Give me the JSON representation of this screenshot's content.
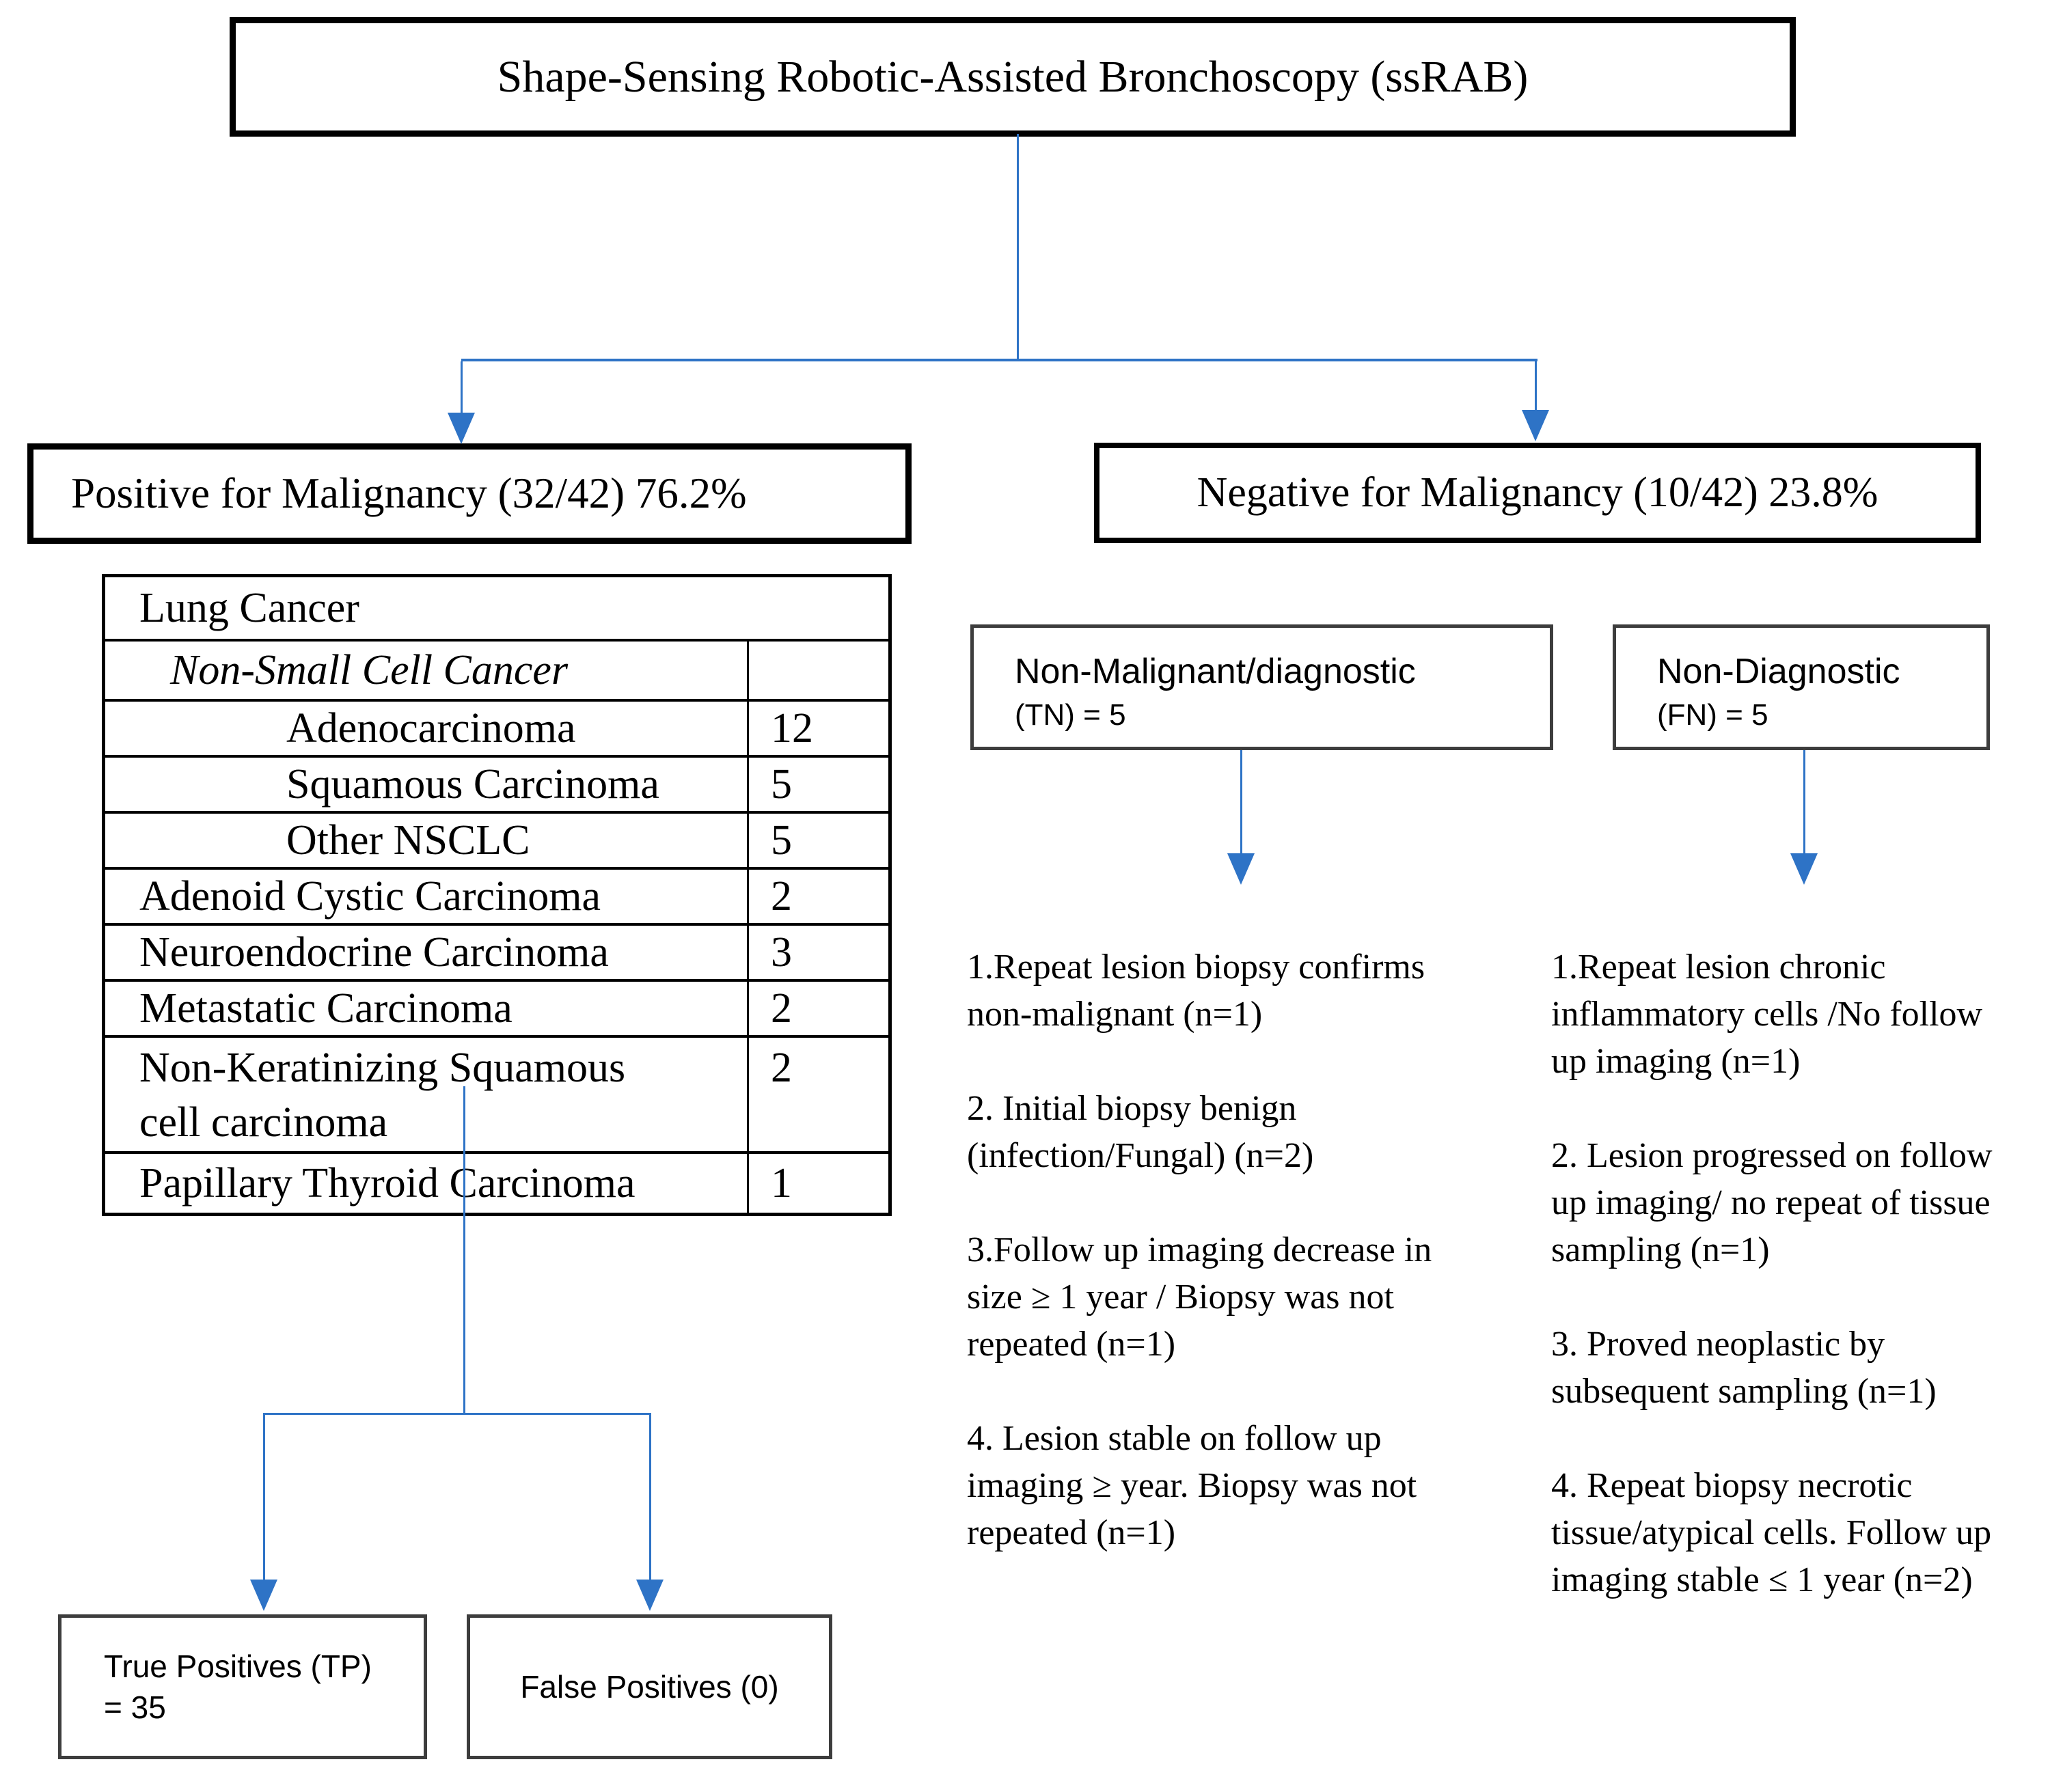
{
  "colors": {
    "connector": "#2E73C6"
  },
  "root": {
    "label": "Shape-Sensing Robotic-Assisted Bronchoscopy (ssRAB)"
  },
  "positive": {
    "label": "Positive for Malignancy (32/42) 76.2%"
  },
  "negative": {
    "label": "Negative for Malignancy (10/42) 23.8%"
  },
  "histology_table": {
    "rows": [
      {
        "label": "Lung Cancer",
        "value": ""
      },
      {
        "label": "Non-Small Cell Cancer",
        "value": ""
      },
      {
        "label": "Adenocarcinoma",
        "value": "12"
      },
      {
        "label": "Squamous Carcinoma",
        "value": "5"
      },
      {
        "label": "Other NSCLC",
        "value": "5"
      },
      {
        "label": "Adenoid Cystic Carcinoma",
        "value": "2"
      },
      {
        "label": "Neuroendocrine Carcinoma",
        "value": "3"
      },
      {
        "label": "Metastatic Carcinoma",
        "value": "2"
      },
      {
        "label": "Non-Keratinizing Squamous\ncell carcinoma",
        "value": "2"
      },
      {
        "label": "Papillary Thyroid Carcinoma",
        "value": "1"
      }
    ]
  },
  "tn": {
    "title": "Non-Malignant/diagnostic",
    "count": "(TN) = 5",
    "notes": [
      "1.Repeat lesion biopsy confirms\nnon-malignant (n=1)",
      "2. Initial biopsy benign\n(infection/Fungal) (n=2)",
      "3.Follow up imaging decrease in\nsize ≥ 1 year / Biopsy was not\nrepeated (n=1)",
      "4. Lesion stable on follow up\nimaging ≥ year. Biopsy was not\nrepeated (n=1)"
    ]
  },
  "fn": {
    "title": "Non-Diagnostic",
    "count": "(FN) = 5",
    "notes": [
      "1.Repeat lesion chronic\ninflammatory cells /No follow\nup imaging (n=1)",
      "2. Lesion progressed on follow\nup imaging/ no repeat of tissue\nsampling (n=1)",
      "3. Proved neoplastic by\nsubsequent sampling (n=1)",
      "4. Repeat biopsy necrotic\ntissue/atypical cells. Follow up\nimaging stable ≤ 1 year (n=2)"
    ]
  },
  "outcomes": {
    "true_positives": {
      "label": "True Positives (TP)\n= 35"
    },
    "false_positives": {
      "label": "False Positives (0)"
    }
  }
}
